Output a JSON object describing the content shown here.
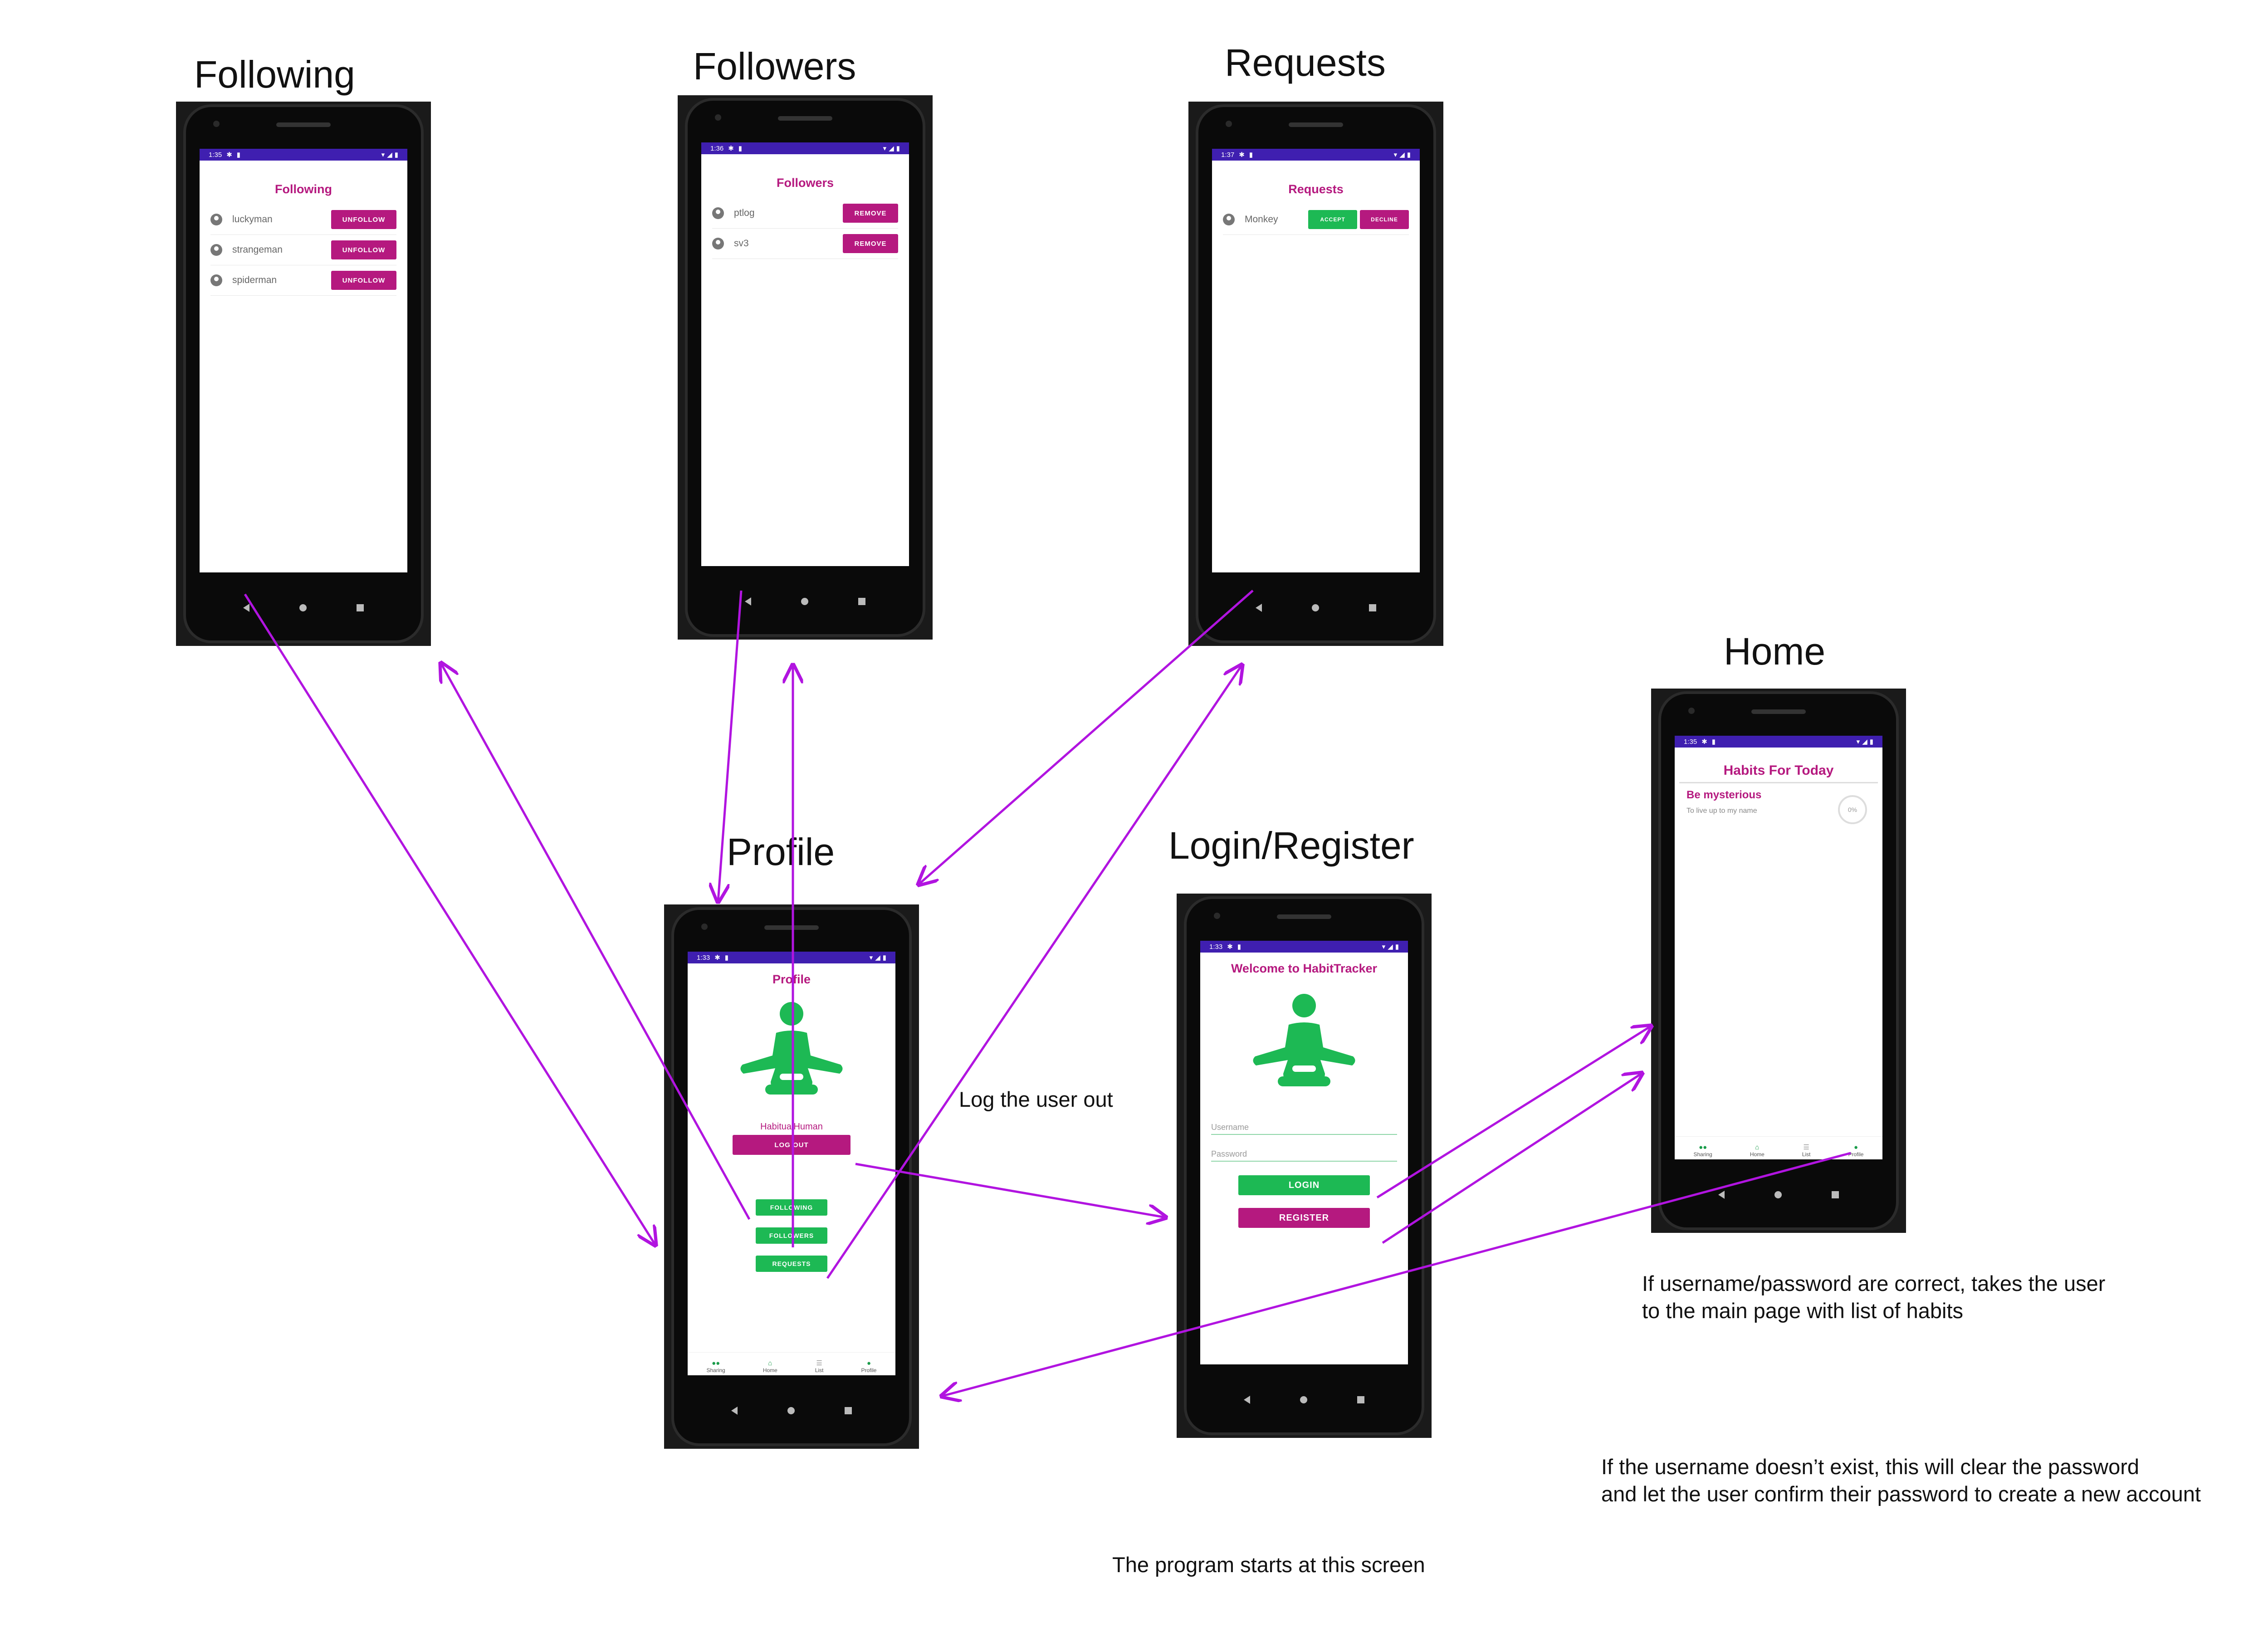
{
  "titles": {
    "following": "Following",
    "followers": "Followers",
    "requests": "Requests",
    "home": "Home",
    "profile": "Profile",
    "login": "Login/Register"
  },
  "notes": {
    "logout": "Log the user out",
    "login_line1": "If username/password are correct, takes the user",
    "login_line2": "to the main page with list of habits",
    "register_line1": "If the username doesn’t exist, this will clear the password",
    "register_line2": "and let the user confirm their password to create a new account",
    "start": "The program starts at this screen"
  },
  "colors": {
    "arrow": "#b114e0",
    "accent": "#b5197f",
    "green": "#1db954",
    "statusbar": "#3f1fb0"
  },
  "following_screen": {
    "time": "1:35",
    "title": "Following",
    "rows": [
      {
        "name": "luckyman",
        "button": "UNFOLLOW"
      },
      {
        "name": "strangeman",
        "button": "UNFOLLOW"
      },
      {
        "name": "spiderman",
        "button": "UNFOLLOW"
      }
    ]
  },
  "followers_screen": {
    "time": "1:36",
    "title": "Followers",
    "rows": [
      {
        "name": "ptlog",
        "button": "REMOVE"
      },
      {
        "name": "sv3",
        "button": "REMOVE"
      }
    ]
  },
  "requests_screen": {
    "time": "1:37",
    "title": "Requests",
    "rows": [
      {
        "name": "Monkey",
        "accept": "ACCEPT",
        "decline": "DECLINE"
      }
    ]
  },
  "home_screen": {
    "time": "1:35",
    "title": "Habits For Today",
    "habit_name": "Be mysterious",
    "habit_desc": "To live up to my name",
    "progress": "0%",
    "nav": [
      "Sharing",
      "Home",
      "List",
      "Profile"
    ]
  },
  "profile_screen": {
    "time": "1:33",
    "title": "Profile",
    "username": "HabitualHuman",
    "logout": "LOG OUT",
    "following": "FOLLOWING",
    "followers": "FOLLOWERS",
    "requests": "REQUESTS",
    "nav": [
      "Sharing",
      "Home",
      "List",
      "Profile"
    ]
  },
  "login_screen": {
    "time": "1:33",
    "title": "Welcome to HabitTracker",
    "username_placeholder": "Username",
    "password_placeholder": "Password",
    "login": "LOGIN",
    "register": "REGISTER"
  }
}
